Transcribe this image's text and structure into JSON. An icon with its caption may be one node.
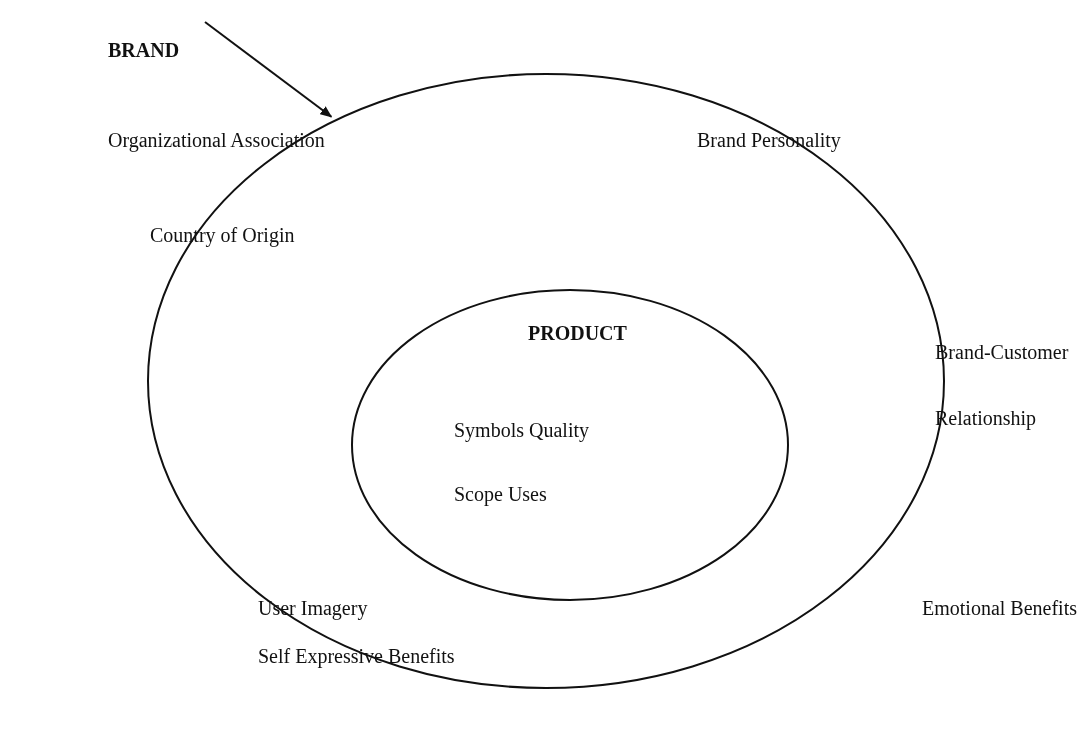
{
  "diagram": {
    "nodes": [
      {
        "text": [
          "BRAND"
        ]
      },
      {
        "text": [
          "Organizational Association",
          "Brand Personality",
          "Country of Origin",
          "Brand-Customer Relationship",
          "User Imagery",
          "Emotional Benefits",
          "Self Expressive Benefits"
        ]
      },
      {
        "text": [
          "PRODUCT",
          "Symbols Quality",
          "Scope Uses"
        ],
        "in": 1
      }
    ],
    "edges": [
      {
        "from": 0,
        "to": 1,
        "arrow": "to"
      }
    ]
  }
}
